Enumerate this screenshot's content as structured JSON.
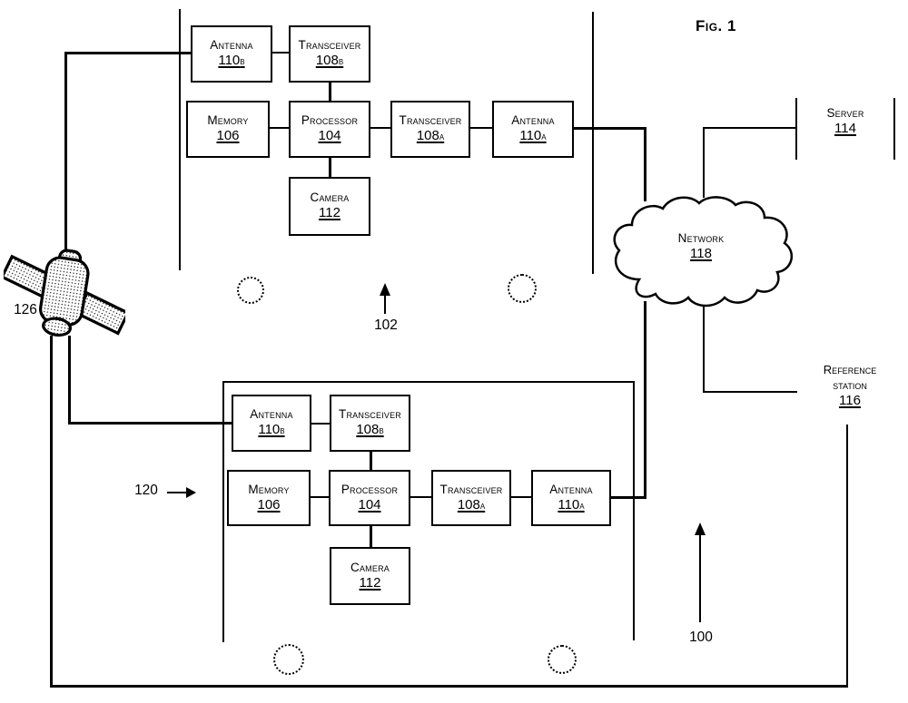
{
  "figure": {
    "title": "Fig. 1"
  },
  "colors": {
    "line": "#000000",
    "background": "#ffffff"
  },
  "labels": {
    "system": "100",
    "vehicle_top": "102",
    "vehicle_bottom": "120",
    "satellite": "126"
  },
  "device_top": {
    "antenna_b": {
      "name": "Antenna",
      "ref": "110",
      "suffix": "b"
    },
    "transceiver_b": {
      "name": "Transceiver",
      "ref": "108",
      "suffix": "b"
    },
    "memory": {
      "name": "Memory",
      "ref": "106",
      "suffix": ""
    },
    "processor": {
      "name": "Processor",
      "ref": "104",
      "suffix": ""
    },
    "transceiver_a": {
      "name": "Transceiver",
      "ref": "108",
      "suffix": "a"
    },
    "antenna_a": {
      "name": "Antenna",
      "ref": "110",
      "suffix": "a"
    },
    "camera": {
      "name": "Camera",
      "ref": "112",
      "suffix": ""
    }
  },
  "device_bottom": {
    "antenna_b": {
      "name": "Antenna",
      "ref": "110",
      "suffix": "b"
    },
    "transceiver_b": {
      "name": "Transceiver",
      "ref": "108",
      "suffix": "b"
    },
    "memory": {
      "name": "Memory",
      "ref": "106",
      "suffix": ""
    },
    "processor": {
      "name": "Processor",
      "ref": "104",
      "suffix": ""
    },
    "transceiver_a": {
      "name": "Transceiver",
      "ref": "108",
      "suffix": "a"
    },
    "antenna_a": {
      "name": "Antenna",
      "ref": "110",
      "suffix": "a"
    },
    "camera": {
      "name": "Camera",
      "ref": "112",
      "suffix": ""
    }
  },
  "server": {
    "name": "Server",
    "ref": "114"
  },
  "network": {
    "name": "Network",
    "ref": "118"
  },
  "reference_station": {
    "line1": "Reference",
    "line2": "station",
    "ref": "116"
  }
}
